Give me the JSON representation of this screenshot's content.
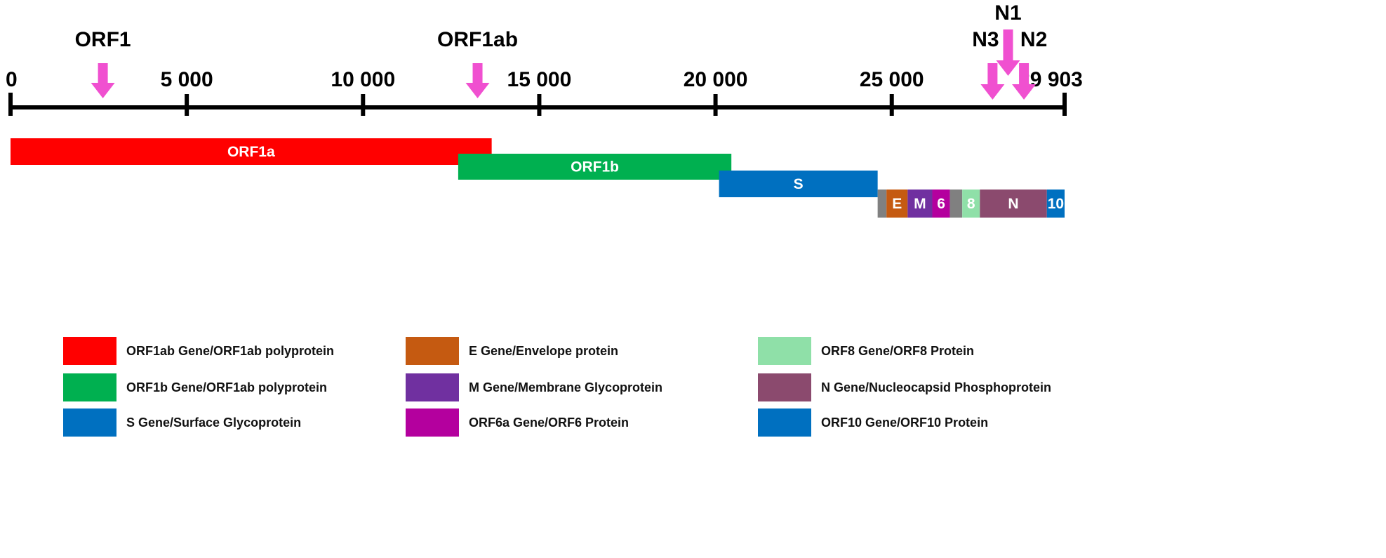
{
  "axis": {
    "max": 29903,
    "ticks": [
      {
        "value": 0,
        "label": "0"
      },
      {
        "value": 5000,
        "label": "5 000"
      },
      {
        "value": 10000,
        "label": "10 000"
      },
      {
        "value": 15000,
        "label": "15 000"
      },
      {
        "value": 20000,
        "label": "20 000"
      },
      {
        "value": 25000,
        "label": "25 000"
      },
      {
        "value": 29903,
        "label": "29 903"
      }
    ]
  },
  "probes": [
    {
      "label": "ORF1",
      "position": 2620
    },
    {
      "label": "ORF1ab",
      "position": 13250
    },
    {
      "label": "N1",
      "position": 28300
    },
    {
      "label": "N2",
      "position": 28750
    },
    {
      "label": "N3",
      "position": 27860
    }
  ],
  "genes": [
    {
      "id": "orf1a",
      "label": "ORF1a",
      "start": 0,
      "end": 13650,
      "row": 0,
      "color": "#ff0000"
    },
    {
      "id": "orf1b",
      "label": "ORF1b",
      "start": 12700,
      "end": 20450,
      "row": 1,
      "color": "#00b050"
    },
    {
      "id": "s",
      "label": "S",
      "start": 20100,
      "end": 24600,
      "row": 2,
      "color": "#0070c0"
    },
    {
      "id": "orf3",
      "label": "",
      "start": 24600,
      "end": 24850,
      "row": 3,
      "color": "#808080"
    },
    {
      "id": "e",
      "label": "E",
      "start": 24850,
      "end": 25450,
      "row": 3,
      "color": "#c55a11"
    },
    {
      "id": "m",
      "label": "M",
      "start": 25450,
      "end": 26150,
      "row": 3,
      "color": "#7030a0"
    },
    {
      "id": "orf6",
      "label": "6",
      "start": 26150,
      "end": 26650,
      "row": 3,
      "color": "#b4009e"
    },
    {
      "id": "orf7",
      "label": "",
      "start": 26650,
      "end": 27000,
      "row": 3,
      "color": "#808080"
    },
    {
      "id": "orf8",
      "label": "8",
      "start": 27000,
      "end": 27500,
      "row": 3,
      "color": "#8fe0a8"
    },
    {
      "id": "n",
      "label": "N",
      "start": 27500,
      "end": 29400,
      "row": 3,
      "color": "#8b4a6e"
    },
    {
      "id": "orf10",
      "label": "10",
      "start": 29400,
      "end": 29903,
      "row": 3,
      "color": "#0070c0"
    }
  ],
  "legend": [
    {
      "label": "ORF1ab Gene/ORF1ab polyprotein",
      "color": "#ff0000"
    },
    {
      "label": "ORF1b Gene/ORF1ab polyprotein",
      "color": "#00b050"
    },
    {
      "label": "S Gene/Surface Glycoprotein",
      "color": "#0070c0"
    },
    {
      "label": "E Gene/Envelope protein",
      "color": "#c55a11"
    },
    {
      "label": "M Gene/Membrane Glycoprotein",
      "color": "#7030a0"
    },
    {
      "label": "ORF6a Gene/ORF6 Protein",
      "color": "#b4009e"
    },
    {
      "label": "ORF8 Gene/ORF8 Protein",
      "color": "#8fe0a8"
    },
    {
      "label": "N Gene/Nucleocapsid Phosphoprotein",
      "color": "#8b4a6e"
    },
    {
      "label": "ORF10 Gene/ORF10 Protein",
      "color": "#0070c0"
    }
  ],
  "colors": {
    "axis": "#000000",
    "probe_arrow": "#f050d0"
  }
}
